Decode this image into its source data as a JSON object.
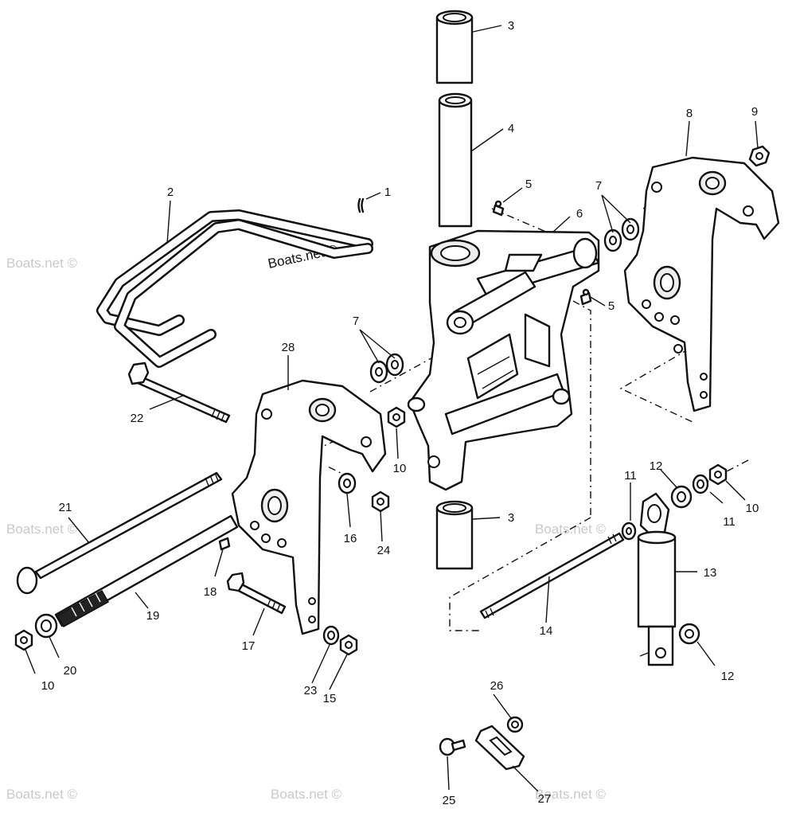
{
  "watermark": "Boats.net ©",
  "callouts": [
    "1",
    "2",
    "3",
    "4",
    "5",
    "6",
    "7",
    "8",
    "9",
    "10",
    "11",
    "12",
    "13",
    "14",
    "15",
    "16",
    "17",
    "18",
    "19",
    "20",
    "21",
    "22",
    "23",
    "24",
    "25",
    "26",
    "27",
    "28"
  ],
  "colors": {
    "line": "#111111",
    "background": "#ffffff",
    "watermark": "#c9c9c9"
  }
}
